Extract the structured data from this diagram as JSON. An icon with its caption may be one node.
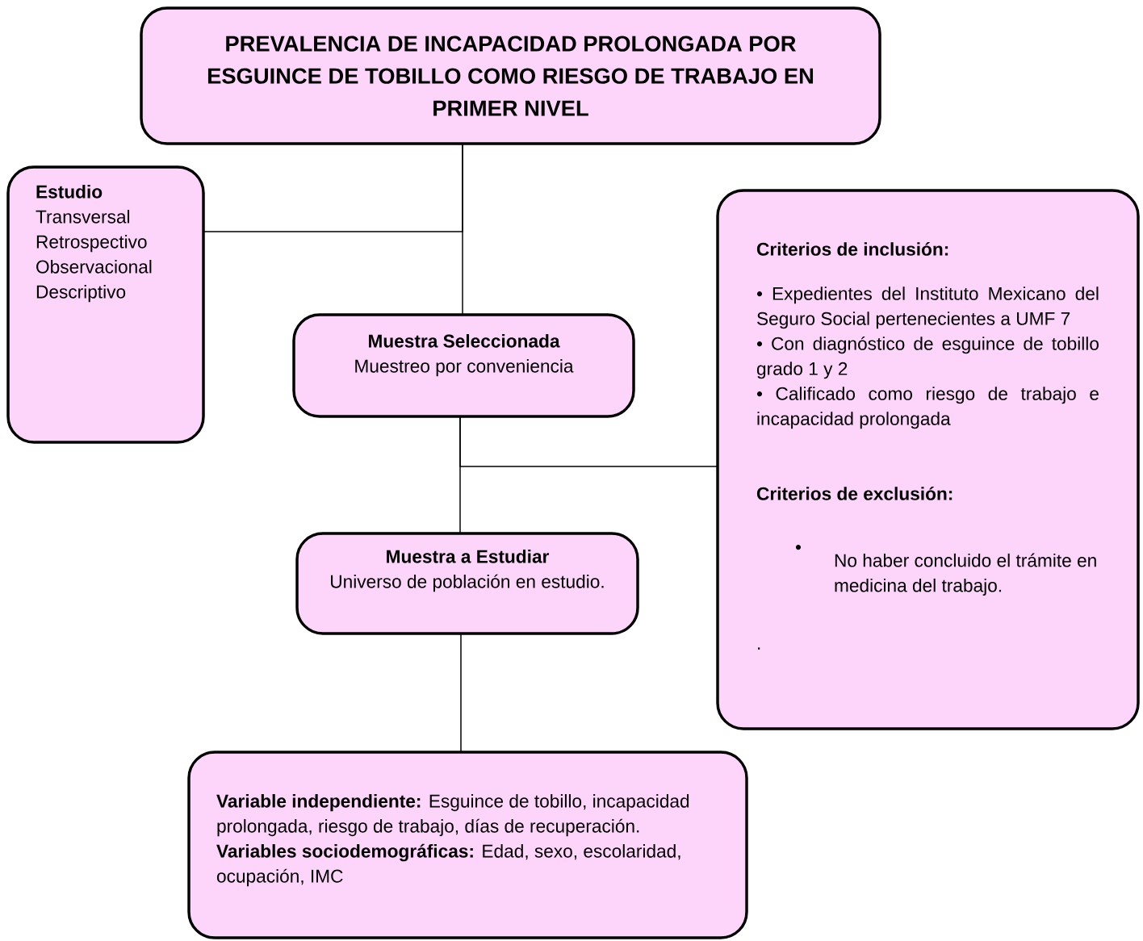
{
  "diagram": {
    "nodes": [
      {
        "text": [
          "PREVALENCIA DE INCAPACIDAD PROLONGADA POR ESGUINCE DE TOBILLO COMO RIESGO DE TRABAJO EN PRIMER NIVEL"
        ]
      },
      {
        "text": [
          "Estudio",
          "Transversal",
          "Retrospectivo",
          "Observacional",
          "Descriptivo"
        ]
      },
      {
        "text": [
          "Muestra Seleccionada",
          "Muestreo por conveniencia"
        ]
      },
      {
        "text": [
          "Criterios de inclusión:",
          "• Expedientes del Instituto Mexicano del Seguro Social pertenecientes a UMF 7",
          "• Con diagnóstico de esguince de tobillo grado 1 y 2",
          "• Calificado como riesgo de trabajo e incapacidad prolongada",
          "Criterios de exclusión:",
          "•",
          "No haber concluido el trámite en medicina del trabajo.",
          "."
        ]
      },
      {
        "text": [
          "Muestra a Estudiar",
          "Universo de población en estudio."
        ]
      },
      {
        "text": [
          "**Variable independiente:** Esguince de tobillo, incapacidad prolongada, riesgo de trabajo, días de recuperación.",
          "**Variables sociodemográficas:** Edad, sexo, escolaridad, ocupación, IMC"
        ]
      }
    ],
    "edges": [
      {
        "from": 0,
        "to": 1,
        "arrow": "none"
      },
      {
        "from": 0,
        "to": 2,
        "arrow": "none"
      },
      {
        "from": 2,
        "to": 3,
        "arrow": "none"
      },
      {
        "from": 2,
        "to": 4,
        "arrow": "none"
      },
      {
        "from": 4,
        "to": 5,
        "arrow": "none"
      }
    ]
  }
}
